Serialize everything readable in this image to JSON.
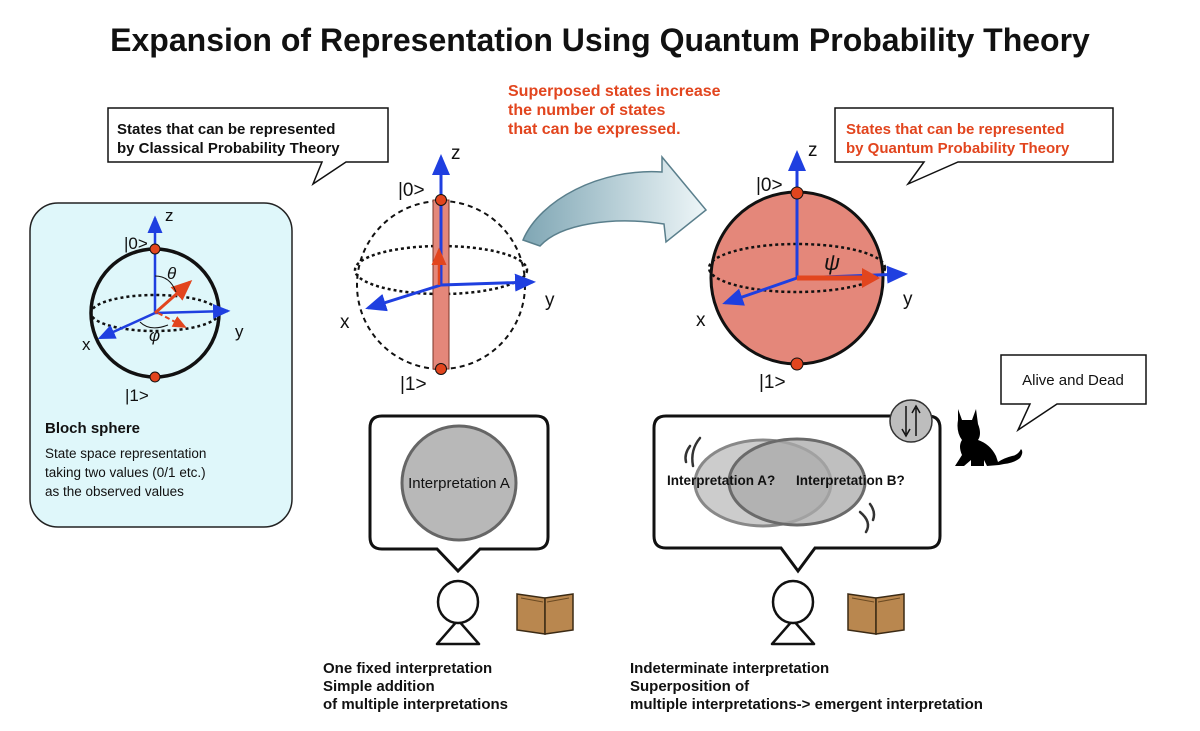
{
  "title": "Expansion of Representation Using Quantum Probability Theory",
  "superposed_note": "Superposed states increase\nthe number of states\nthat can be expressed.",
  "classical_callout": "States that can be represented\n by Classical Probability Theory",
  "quantum_callout": "States that can be represented\nby Quantum Probability Theory",
  "bloch": {
    "heading": "Bloch sphere",
    "description": "State space representation\n taking two values (0/1 etc.)\nas the observed values",
    "theta": "θ",
    "phi": "φ"
  },
  "axes": {
    "z": "z",
    "y": "y",
    "x": "x"
  },
  "states": {
    "zero": "|0>",
    "one": "|1>",
    "psi": "ψ"
  },
  "interpretation_a": "Interpretation A",
  "interpretation_a_q": "Interpretation A?",
  "interpretation_b_q": "Interpretation B?",
  "cat_speech": "Alive and Dead",
  "classical_caption": "One fixed interpretation\nSimple addition\nof multiple interpretations",
  "quantum_caption": "Indeterminate interpretation\nSuperposition of\nmultiple interpretations-> emergent interpretation",
  "colors": {
    "accent_red": "#e2451e",
    "sphere_fill": "#e4877a",
    "axis_blue": "#1f3fe0",
    "panel_bg": "#dff7fa"
  }
}
